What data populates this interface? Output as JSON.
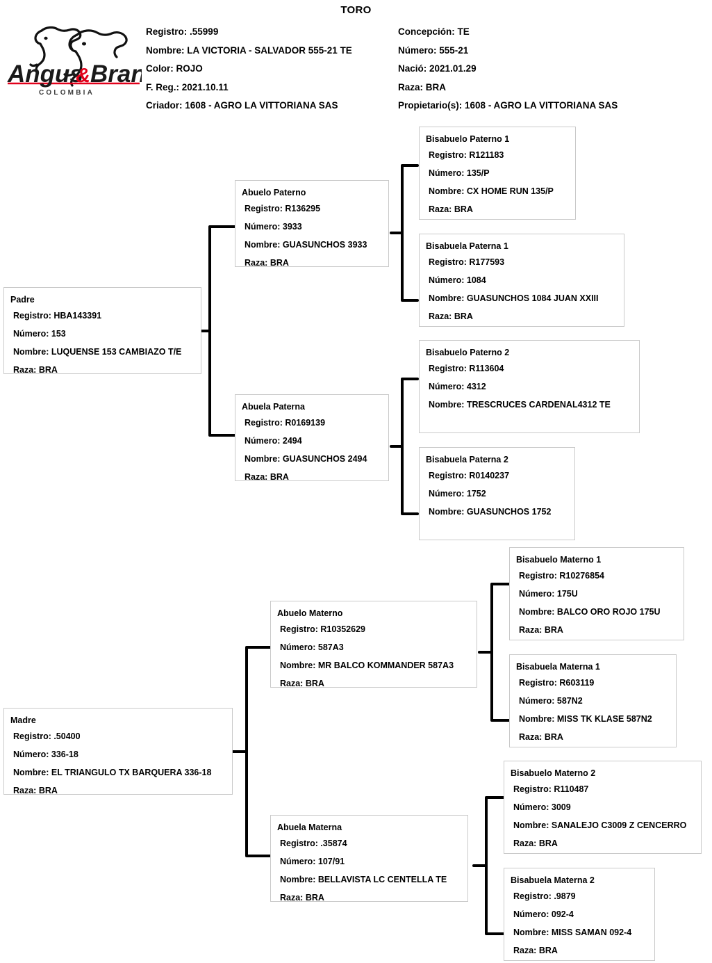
{
  "document": {
    "title": "TORO"
  },
  "logo": {
    "brand_part1": "Angus",
    "brand_amp": "&",
    "brand_part2": "Brangus",
    "subtitle": "C O L O M B I A",
    "accent_color": "#e2001a",
    "ink_color": "#1a1a1a",
    "icon": "two-cow-heads"
  },
  "header": {
    "left": [
      {
        "label": "Registro:",
        "value": ".55999"
      },
      {
        "label": "Nombre:",
        "value": " LA VICTORIA - SALVADOR 555-21 TE"
      },
      {
        "label": "Color:",
        "value": "ROJO"
      },
      {
        "label": "F. Reg.:",
        "value": "2021.10.11"
      },
      {
        "label": "Criador:",
        "value": "1608 - AGRO LA VITTORIANA SAS"
      }
    ],
    "right": [
      {
        "label": "Concepción:",
        "value": "TE"
      },
      {
        "label": "Número:",
        "value": "555-21"
      },
      {
        "label": "Nació:",
        "value": "2021.01.29"
      },
      {
        "label": "Raza:",
        "value": "BRA"
      },
      {
        "label": "Propietario(s):",
        "value": "1608 - AGRO LA VITTORIANA SAS"
      }
    ]
  },
  "field_labels": {
    "registro": "Registro:",
    "numero": "Número:",
    "nombre": "Nombre:",
    "raza": "Raza:"
  },
  "pedigree": {
    "padre": {
      "title": "Padre",
      "registro": "Registro: HBA143391",
      "numero": "Número: 153",
      "nombre": "Nombre: LUQUENSE 153 CAMBIAZO T/E",
      "raza": "Raza: BRA"
    },
    "abuelo_paterno": {
      "title": "Abuelo Paterno",
      "registro": "Registro: R136295",
      "numero": "Número: 3933",
      "nombre": "Nombre: GUASUNCHOS 3933",
      "raza": "Raza: BRA"
    },
    "abuela_paterna": {
      "title": "Abuela Paterna",
      "registro": "Registro: R0169139",
      "numero": "Número: 2494",
      "nombre": "Nombre: GUASUNCHOS 2494",
      "raza": "Raza: BRA"
    },
    "bisabuelo_paterno_1": {
      "title": "Bisabuelo Paterno 1",
      "registro": "Registro: R121183",
      "numero": "Número: 135/P",
      "nombre": "Nombre: CX HOME RUN 135/P",
      "raza": "Raza: BRA"
    },
    "bisabuela_paterna_1": {
      "title": "Bisabuela Paterna 1",
      "registro": "Registro: R177593",
      "numero": "Número: 1084",
      "nombre": "Nombre: GUASUNCHOS 1084 JUAN XXIII",
      "raza": "Raza: BRA"
    },
    "bisabuelo_paterno_2": {
      "title": "Bisabuelo Paterno 2",
      "registro": "Registro: R113604",
      "numero": "Número: 4312",
      "nombre": "Nombre: TRESCRUCES CARDENAL4312 TE",
      "raza": ""
    },
    "bisabuela_paterna_2": {
      "title": "Bisabuela Paterna 2",
      "registro": "Registro: R0140237",
      "numero": "Número: 1752",
      "nombre": "Nombre: GUASUNCHOS 1752",
      "raza": ""
    },
    "madre": {
      "title": "Madre",
      "registro": "Registro: .50400",
      "numero": "Número: 336-18",
      "nombre": "Nombre: EL TRIANGULO TX BARQUERA 336-18",
      "raza": "Raza: BRA"
    },
    "abuelo_materno": {
      "title": "Abuelo Materno",
      "registro": "Registro: R10352629",
      "numero": "Número: 587A3",
      "nombre": "Nombre: MR BALCO KOMMANDER 587A3",
      "raza": "Raza: BRA"
    },
    "abuela_materna": {
      "title": "Abuela Materna",
      "registro": "Registro: .35874",
      "numero": "Número: 107/91",
      "nombre": "Nombre: BELLAVISTA LC CENTELLA TE",
      "raza": "Raza: BRA"
    },
    "bisabuelo_materno_1": {
      "title": "Bisabuelo Materno 1",
      "registro": "Registro: R10276854",
      "numero": "Número: 175U",
      "nombre": "Nombre: BALCO ORO ROJO 175U",
      "raza": "Raza: BRA"
    },
    "bisabuela_materna_1": {
      "title": "Bisabuela Materna 1",
      "registro": "Registro: R603119",
      "numero": "Número: 587N2",
      "nombre": "Nombre: MISS TK KLASE 587N2",
      "raza": "Raza: BRA"
    },
    "bisabuelo_materno_2": {
      "title": "Bisabuelo Materno 2",
      "registro": "Registro: R110487",
      "numero": "Número: 3009",
      "nombre": "Nombre: SANALEJO C3009 Z CENCERRO",
      "raza": "Raza: BRA"
    },
    "bisabuela_materna_2": {
      "title": "Bisabuela Materna 2",
      "registro": "Registro: .9879",
      "numero": "Número: 092-4",
      "nombre": "Nombre: MISS SAMAN 092-4",
      "raza": "Raza: BRA"
    }
  }
}
